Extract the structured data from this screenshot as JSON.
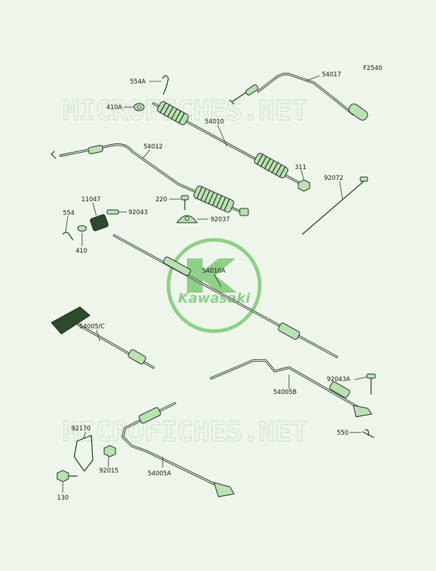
{
  "figure_code": "F2540",
  "watermarks": [
    "MICROFICHES.NET",
    "MICROFICHES.NET"
  ],
  "logo_text": "Kawasaki",
  "colors": {
    "part_fill": "#b9e1b2",
    "line": "#1e2a1e",
    "background": "#eef6ec",
    "logo": "#8fcf88"
  },
  "parts": [
    {
      "id": "554A"
    },
    {
      "id": "410A"
    },
    {
      "id": "54017"
    },
    {
      "id": "54010"
    },
    {
      "id": "54012"
    },
    {
      "id": "311"
    },
    {
      "id": "11047"
    },
    {
      "id": "220"
    },
    {
      "id": "92072"
    },
    {
      "id": "554"
    },
    {
      "id": "92043"
    },
    {
      "id": "92037"
    },
    {
      "id": "410"
    },
    {
      "id": "54010A"
    },
    {
      "id": "54005/C"
    },
    {
      "id": "92043A"
    },
    {
      "id": "54005B"
    },
    {
      "id": "92170"
    },
    {
      "id": "550"
    },
    {
      "id": "92015"
    },
    {
      "id": "54005A"
    },
    {
      "id": "130"
    }
  ]
}
